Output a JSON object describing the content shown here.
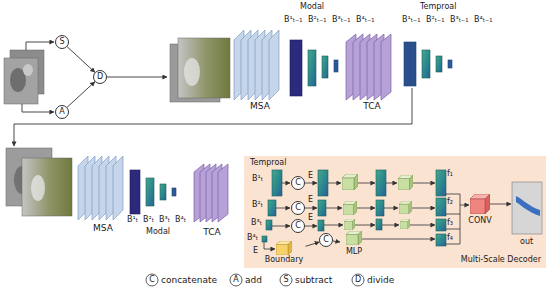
{
  "diagram": {
    "nodes": [
      {
        "text": [
          "S"
        ]
      },
      {
        "text": [
          "A"
        ]
      },
      {
        "text": [
          "D"
        ]
      },
      {
        "text": [
          "MSA"
        ]
      },
      {
        "text": [
          "TCA"
        ]
      },
      {
        "text": [
          "MSA"
        ]
      },
      {
        "text": [
          "TCA"
        ]
      },
      {
        "text": [
          "Multi-Scale Decoder"
        ]
      },
      {
        "text": [
          "C"
        ],
        "in": 7
      },
      {
        "text": [
          "C"
        ],
        "in": 7
      },
      {
        "text": [
          "C"
        ],
        "in": 7
      },
      {
        "text": [
          "C"
        ],
        "in": 7
      },
      {
        "text": [
          "Boundary"
        ],
        "in": 7
      },
      {
        "text": [
          "MLP"
        ],
        "in": 7
      },
      {
        "text": [
          "CONV"
        ],
        "in": 7
      }
    ],
    "edges": [
      {
        "from": 0,
        "to": 2,
        "arrow": "to"
      },
      {
        "from": 1,
        "to": 2,
        "arrow": "to"
      },
      {
        "from": 12,
        "to": 11,
        "arrow": "to"
      },
      {
        "from": 11,
        "to": 13,
        "arrow": "to"
      }
    ],
    "labels": [
      "Modal",
      "B¹ₜ₋₁",
      "B²ₜ₋₁",
      "B³ₜ₋₁",
      "B⁴ₜ₋₁",
      "Temproal",
      "B¹ₜ₋₁",
      "B²ₜ₋₁",
      "B³ₜ₋₁",
      "B⁴ₜ₋₁",
      "B¹ₜ",
      "B²ₜ",
      "B³ₜ",
      "B⁴ₜ",
      "Modal",
      "Temproal",
      "B¹ₜ",
      "B²ₜ",
      "B³ₜ",
      "B⁴ₜ",
      "E",
      "E",
      "E",
      "E",
      "f₁",
      "f₂",
      "f₃",
      "f₄",
      "out",
      "C",
      "A",
      "S",
      "D"
    ],
    "legend": [
      {
        "text": "concatenate"
      },
      {
        "text": "add"
      },
      {
        "text": "subtract"
      },
      {
        "text": "divide"
      }
    ]
  }
}
